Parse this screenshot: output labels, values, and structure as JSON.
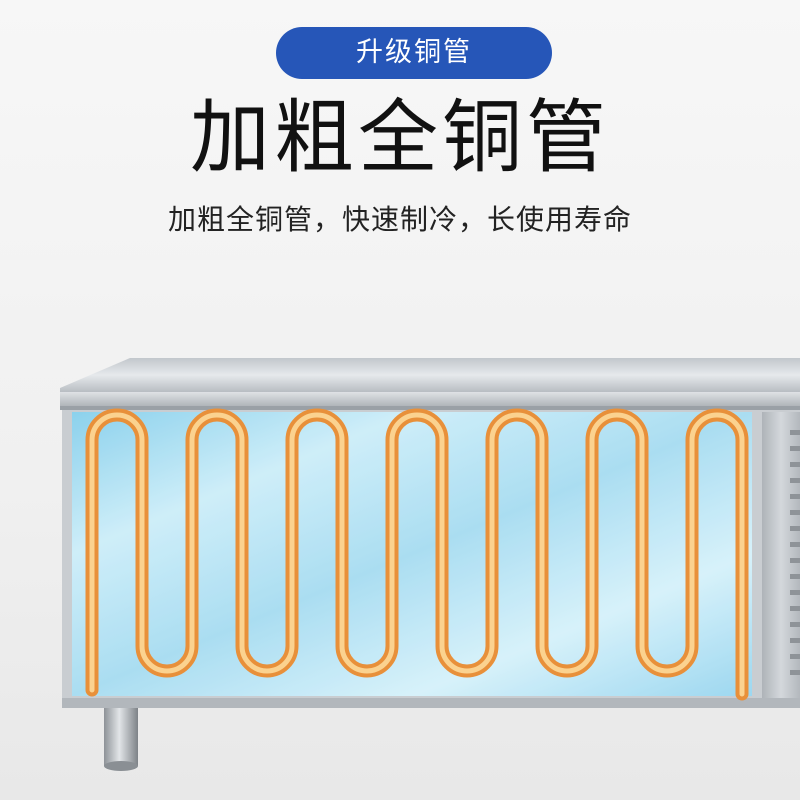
{
  "badge": {
    "label": "升级铜管"
  },
  "headline": {
    "text": "加粗全铜管"
  },
  "tagline": {
    "text": "加粗全铜管，快速制冷，长使用寿命"
  },
  "colors": {
    "badge_bg": "#2656b8",
    "copper_tube": "#f0a64a",
    "cabinet_panel": "#a9dcef",
    "steel": "#cfd3d7"
  },
  "illustration": {
    "subject": "stainless-steel-refrigerated-workbench",
    "tube_loops": 7
  }
}
